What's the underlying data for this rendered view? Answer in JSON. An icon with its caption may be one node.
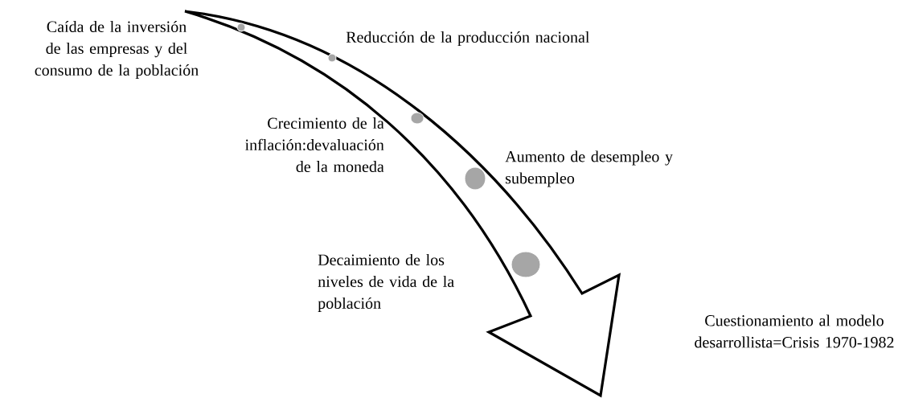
{
  "diagram": {
    "labels": [
      "Caída de la inversión de las empresas y del consumo de la población",
      "Reducción de la producción nacional",
      "Crecimiento de la inflación:devaluación de la moneda",
      "Aumento de desempleo y subempleo",
      "Decaimiento de los niveles de vida de la población",
      "Cuestionamiento al modelo desarrollista=Crisis 1970-1982"
    ]
  }
}
